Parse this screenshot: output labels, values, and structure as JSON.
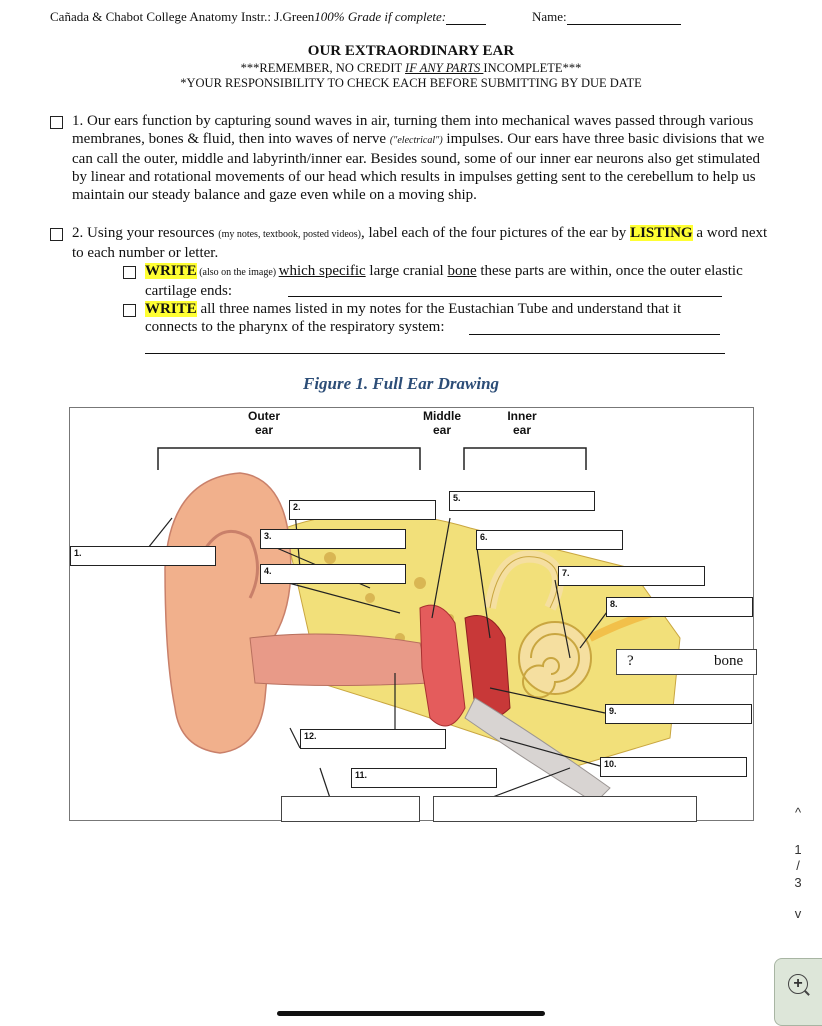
{
  "header": {
    "left": "Cañada & Chabot College Anatomy Instr.: J.Green",
    "grade": "100% Grade if complete:",
    "name_label": "Name:"
  },
  "title": {
    "main": "OUR EXTRAORDINARY EAR",
    "line1a": "***REMEMBER, NO CREDIT ",
    "line1b": "IF ANY PARTS ",
    "line1c": "INCOMPLETE***",
    "line2": "*YOUR RESPONSIBILITY TO CHECK EACH BEFORE SUBMITTING BY DUE DATE"
  },
  "item1": {
    "text_a": "1. Our ears function by capturing sound waves in air, turning them into mechanical waves passed through various membranes, bones & fluid, then into waves of nerve ",
    "text_small": "(\"electrical\")",
    "text_b": " impulses. Our ears have three basic divisions that we can call the outer, middle and labyrinth/inner ear. Besides sound, some of our inner ear neurons also get stimulated by linear and rotational movements of our head which results in impulses getting sent to the cerebellum to help us maintain our steady balance and gaze even while on a moving ship."
  },
  "item2": {
    "text_a": "2. Using your resources ",
    "text_small": "(my notes, textbook, posted videos)",
    "text_b": ", label each of the four pictures of the ear by ",
    "highlight": "LISTING",
    "text_c": " a word next to each number or letter."
  },
  "sub1": {
    "highlight": "WRITE",
    "small": " (also on the image) ",
    "u1": "which specific",
    "t1": " large cranial ",
    "u2": "bone",
    "t2": " these parts are within, once the outer elastic cartilage ends:"
  },
  "sub2": {
    "highlight": "WRITE",
    "t1": " all three names listed in my notes for the Eustachian Tube and understand that it connects to the pharynx of the respiratory system:"
  },
  "figure": {
    "title": "Figure 1. Full Ear Drawing",
    "outer": "Outer\near",
    "middle": "Middle\near",
    "inner": "Inner\near",
    "labels": [
      "1.",
      "2.",
      "3.",
      "4.",
      "5.",
      "6.",
      "7.",
      "8.",
      "9.",
      "10.",
      "11.",
      "12."
    ],
    "q_mark": "?",
    "bone": "bone"
  },
  "pager": {
    "up": "^",
    "current": "1",
    "sep": "/",
    "total": "3",
    "down": "v",
    "zoom": "+"
  }
}
